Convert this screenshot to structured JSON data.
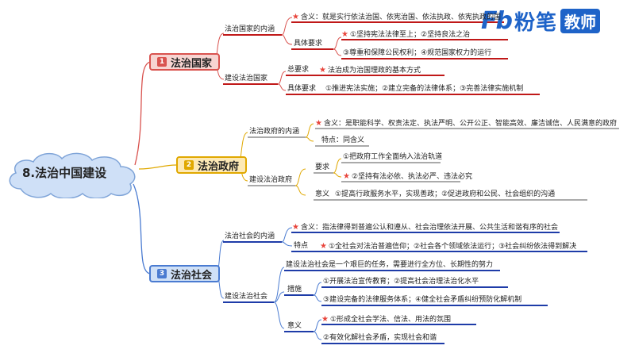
{
  "root": {
    "title": "8.法治中国建设"
  },
  "logo": {
    "mark": "Fb",
    "name": "粉笔",
    "badge": "教师"
  },
  "branch1": {
    "num": "1",
    "title": "法治国家",
    "connotation": {
      "label": "法治国家的内涵",
      "meaning": "含义：就是实行依法治国、依宪治国、依法执政、依宪执政的国",
      "req_label": "具体要求",
      "req1": "①坚持宪法法律至上；②坚持良法之治",
      "req2": "③尊重和保障公民权利；④规范国家权力的运行"
    },
    "build": {
      "label": "建设法治国家",
      "general_label": "总要求",
      "general": "法治成为治国理政的基本方式",
      "specific_label": "具体要求",
      "specific": "①推进宪法实施；②建立完备的法律体系；③完善法律实施机制"
    }
  },
  "branch2": {
    "num": "2",
    "title": "法治政府",
    "connotation": {
      "label": "法治政府的内涵",
      "meaning": "含义：是职能科学、权责法定、执法严明、公开公正、智能高效、廉洁诚信、人民满意的政府",
      "feature": "特点：同含义"
    },
    "build": {
      "label": "建设法治政府",
      "req_label": "要求",
      "req1": "①把政府工作全面纳入法治轨道",
      "req2": "②坚持有法必依、执法必严、违法必究",
      "sig_label": "意义",
      "sig": "①提高行政服务水平，实现善政；②促进政府和公民、社会组织的沟通"
    }
  },
  "branch3": {
    "num": "3",
    "title": "法治社会",
    "connotation": {
      "label": "法治社会的内涵",
      "meaning": "含义：指法律得到普遍公认和遵从、社会治理依法开展、公共生活和谐有序的社会",
      "feature_label": "特点",
      "feature": "①全社会对法治普遍信仰；②社会各个领域依法运行；③社会纠纷依法得到解决"
    },
    "build": {
      "label": "建设法治社会",
      "task": "建设法治社会是一个艰巨的任务，需要进行全方位、长期性的努力",
      "measure_label": "措施",
      "measure1": "①开展法治宣传教育；②提高社会治理法治化水平",
      "measure2": "③建设完备的法律服务体系；④健全社会矛盾纠纷预防化解机制",
      "sig_label": "意义",
      "sig1": "①形成全社会学法、信法、用法的氛围",
      "sig2": "②有效化解社会矛盾，实现社会和谐"
    }
  },
  "colors": {
    "red": "#d9534f",
    "yellow": "#e0a800",
    "blue": "#4a7bd1",
    "rule": "#c01818",
    "logo": "#1e63c8"
  }
}
